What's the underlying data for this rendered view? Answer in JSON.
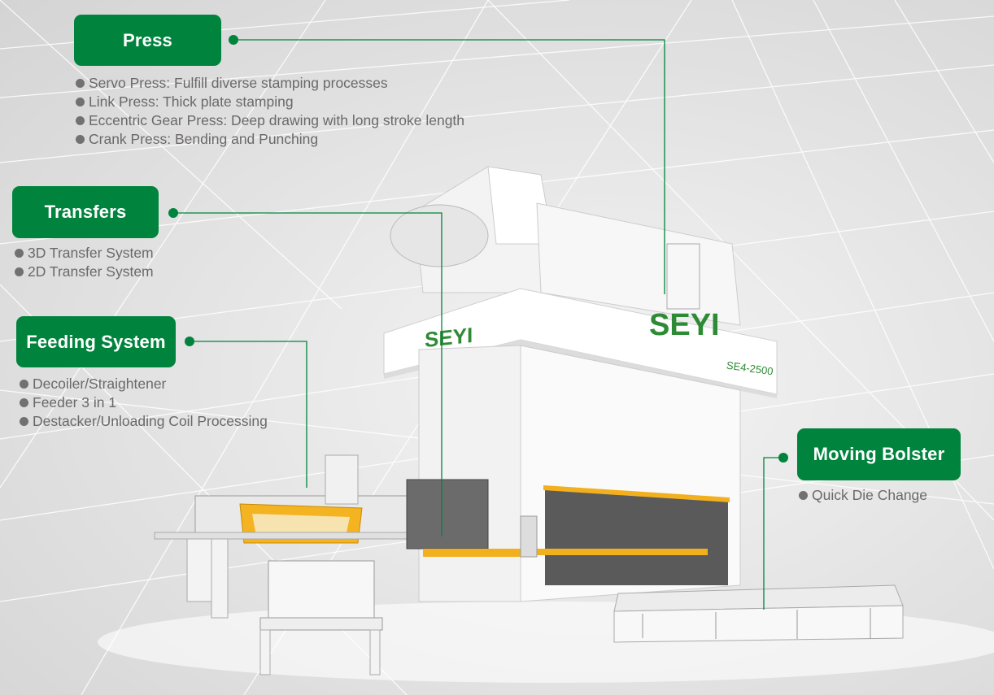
{
  "colors": {
    "accent": "#00843d",
    "text": "#6b6868",
    "machine_yellow": "#f2b01e"
  },
  "categories": [
    {
      "id": "press",
      "label": "Press",
      "items": [
        "Servo Press: Fulfill diverse stamping processes",
        "Link Press: Thick plate stamping",
        "Eccentric Gear Press: Deep drawing with long stroke length",
        "Crank Press: Bending and Punching"
      ]
    },
    {
      "id": "transfers",
      "label": "Transfers",
      "items": [
        "3D Transfer System",
        "2D Transfer System"
      ]
    },
    {
      "id": "feeding",
      "label": "Feeding System",
      "items": [
        "Decoiler/Straightener",
        "Feeder 3 in 1",
        "Destacker/Unloading Coil Processing"
      ]
    },
    {
      "id": "bolster",
      "label": "Moving Bolster",
      "items": [
        "Quick Die Change"
      ]
    }
  ],
  "machine": {
    "brand_logo": "SEYI",
    "model": "SE4-2500"
  }
}
